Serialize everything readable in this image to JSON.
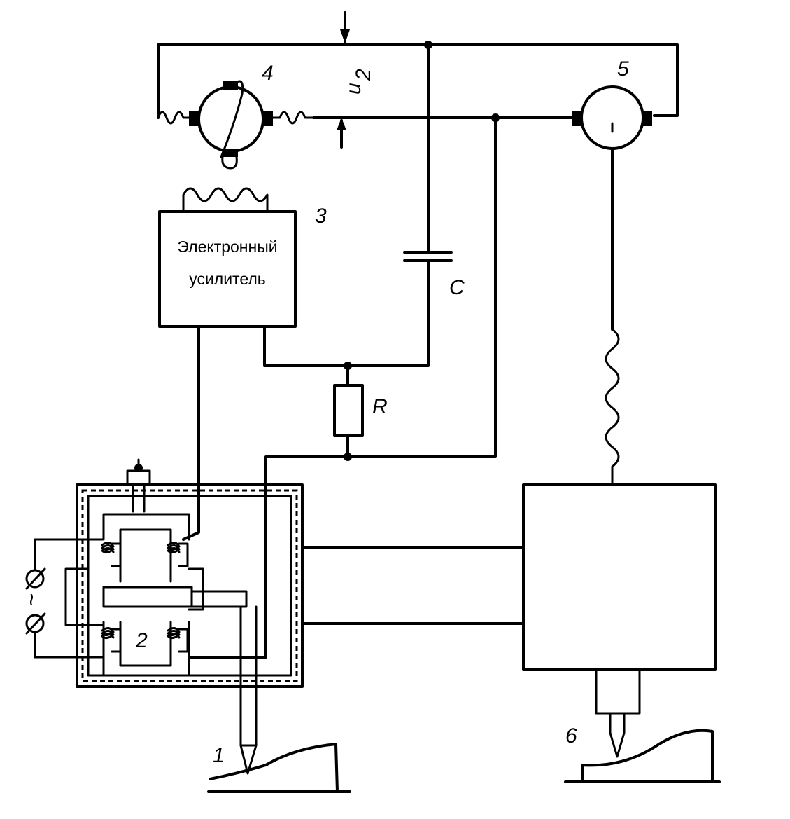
{
  "labels": {
    "generator": "4",
    "motor": "5",
    "amplifier_num": "3",
    "capacitor": "C",
    "resistor": "R",
    "voltage": "u",
    "voltage_sub": "2",
    "sensor_head": "2",
    "stylus": "1",
    "tracer": "6",
    "ac_source": "~"
  },
  "amplifier": {
    "line1": "Электронный",
    "line2": "усилитель"
  }
}
